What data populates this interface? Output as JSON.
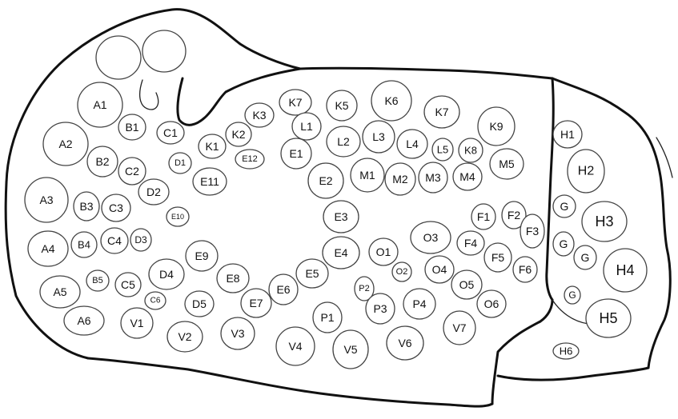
{
  "cells": [
    {
      "id": "A1",
      "label": "A1"
    },
    {
      "id": "A2",
      "label": "A2"
    },
    {
      "id": "A3",
      "label": "A3"
    },
    {
      "id": "A4",
      "label": "A4"
    },
    {
      "id": "A5",
      "label": "A5"
    },
    {
      "id": "A6",
      "label": "A6"
    },
    {
      "id": "B1",
      "label": "B1"
    },
    {
      "id": "B2",
      "label": "B2"
    },
    {
      "id": "B3",
      "label": "B3"
    },
    {
      "id": "B4",
      "label": "B4"
    },
    {
      "id": "B5",
      "label": "B5"
    },
    {
      "id": "C1",
      "label": "C1"
    },
    {
      "id": "C2",
      "label": "C2"
    },
    {
      "id": "C3",
      "label": "C3"
    },
    {
      "id": "C4",
      "label": "C4"
    },
    {
      "id": "C5",
      "label": "C5"
    },
    {
      "id": "C6",
      "label": "C6"
    },
    {
      "id": "D1",
      "label": "D1"
    },
    {
      "id": "D2",
      "label": "D2"
    },
    {
      "id": "D3",
      "label": "D3"
    },
    {
      "id": "D4",
      "label": "D4"
    },
    {
      "id": "D5",
      "label": "D5"
    },
    {
      "id": "E1",
      "label": "E1"
    },
    {
      "id": "E2",
      "label": "E2"
    },
    {
      "id": "E3",
      "label": "E3"
    },
    {
      "id": "E4",
      "label": "E4"
    },
    {
      "id": "E5",
      "label": "E5"
    },
    {
      "id": "E6",
      "label": "E6"
    },
    {
      "id": "E7",
      "label": "E7"
    },
    {
      "id": "E8",
      "label": "E8"
    },
    {
      "id": "E9",
      "label": "E9"
    },
    {
      "id": "E10",
      "label": "E10"
    },
    {
      "id": "E11",
      "label": "E11"
    },
    {
      "id": "E12",
      "label": "E12"
    },
    {
      "id": "K1",
      "label": "K1"
    },
    {
      "id": "K2",
      "label": "K2"
    },
    {
      "id": "K3",
      "label": "K3"
    },
    {
      "id": "K7a",
      "label": "K7"
    },
    {
      "id": "K5",
      "label": "K5"
    },
    {
      "id": "K6",
      "label": "K6"
    },
    {
      "id": "K7b",
      "label": "K7"
    },
    {
      "id": "K9",
      "label": "K9"
    },
    {
      "id": "K8",
      "label": "K8"
    },
    {
      "id": "L1",
      "label": "L1"
    },
    {
      "id": "L2",
      "label": "L2"
    },
    {
      "id": "L3",
      "label": "L3"
    },
    {
      "id": "L4",
      "label": "L4"
    },
    {
      "id": "L5",
      "label": "L5"
    },
    {
      "id": "M1",
      "label": "M1"
    },
    {
      "id": "M2",
      "label": "M2"
    },
    {
      "id": "M3",
      "label": "M3"
    },
    {
      "id": "M4",
      "label": "M4"
    },
    {
      "id": "M5",
      "label": "M5"
    },
    {
      "id": "O1",
      "label": "O1"
    },
    {
      "id": "O2",
      "label": "O2"
    },
    {
      "id": "O3",
      "label": "O3"
    },
    {
      "id": "O4",
      "label": "O4"
    },
    {
      "id": "O5",
      "label": "O5"
    },
    {
      "id": "O6",
      "label": "O6"
    },
    {
      "id": "P1",
      "label": "P1"
    },
    {
      "id": "P2",
      "label": "P2"
    },
    {
      "id": "P3",
      "label": "P3"
    },
    {
      "id": "P4",
      "label": "P4"
    },
    {
      "id": "F1",
      "label": "F1"
    },
    {
      "id": "F2",
      "label": "F2"
    },
    {
      "id": "F3",
      "label": "F3"
    },
    {
      "id": "F4",
      "label": "F4"
    },
    {
      "id": "F5",
      "label": "F5"
    },
    {
      "id": "F6",
      "label": "F6"
    },
    {
      "id": "V1",
      "label": "V1"
    },
    {
      "id": "V2",
      "label": "V2"
    },
    {
      "id": "V3",
      "label": "V3"
    },
    {
      "id": "V4",
      "label": "V4"
    },
    {
      "id": "V5",
      "label": "V5"
    },
    {
      "id": "V6",
      "label": "V6"
    },
    {
      "id": "V7",
      "label": "V7"
    },
    {
      "id": "H1",
      "label": "H1"
    },
    {
      "id": "H2",
      "label": "H2"
    },
    {
      "id": "H3",
      "label": "H3"
    },
    {
      "id": "H4",
      "label": "H4"
    },
    {
      "id": "H5",
      "label": "H5"
    },
    {
      "id": "H6",
      "label": "H6"
    },
    {
      "id": "G1",
      "label": "G"
    },
    {
      "id": "G2",
      "label": "G"
    },
    {
      "id": "G3",
      "label": "G"
    },
    {
      "id": "G4",
      "label": "G"
    }
  ],
  "colors": {
    "stroke": "#111111",
    "background": "#ffffff"
  }
}
